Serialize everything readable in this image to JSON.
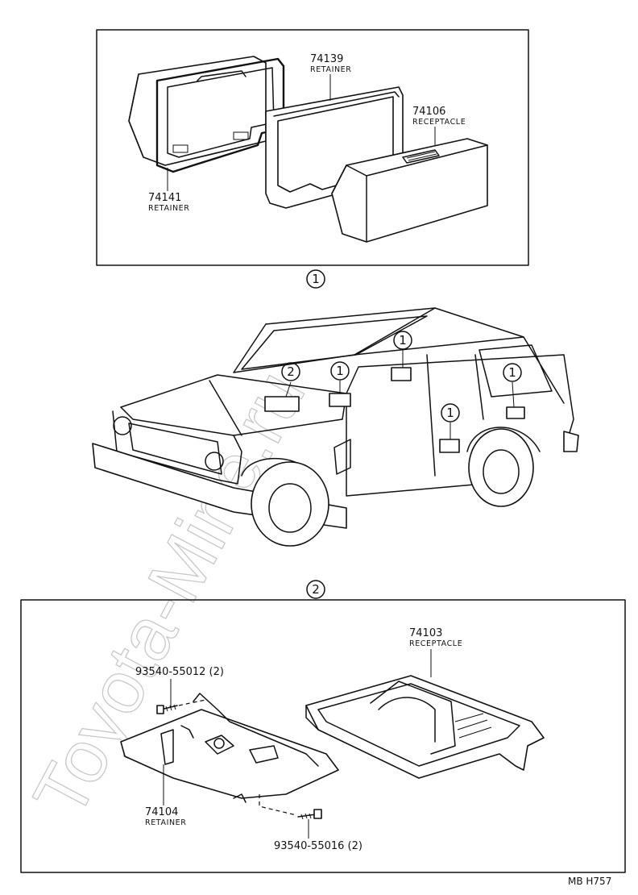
{
  "watermark": "Toyota-Mine.ru",
  "callouts": {
    "section1": "1",
    "section2": "2"
  },
  "panel1": {
    "parts": [
      {
        "number": "74139",
        "name": "RETAINER"
      },
      {
        "number": "74106",
        "name": "RECEPTACLE"
      },
      {
        "number": "74141",
        "name": "RETAINER"
      }
    ]
  },
  "car": {
    "callouts": [
      "2",
      "1",
      "1",
      "1",
      "1"
    ]
  },
  "panel2": {
    "parts": [
      {
        "number": "74103",
        "name": "RECEPTACLE"
      },
      {
        "number": "93540-55012 (2)",
        "name": ""
      },
      {
        "number": "74104",
        "name": "RETAINER"
      },
      {
        "number": "93540-55016 (2)",
        "name": ""
      }
    ]
  },
  "footer_code": "MB  H757"
}
